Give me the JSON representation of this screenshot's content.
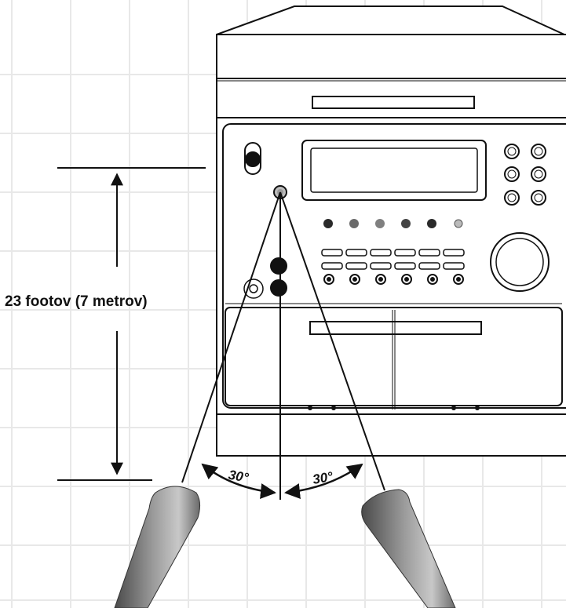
{
  "distance_label": "23 footov (7 metrov)",
  "angle_left_label": "30°",
  "angle_right_label": "30°",
  "colors": {
    "grid": "#e6e6e6",
    "line": "#111111",
    "remote_dark": "#5c5c5c",
    "remote_light": "#bdbdbd",
    "button_gray": "#8a8a8a"
  }
}
